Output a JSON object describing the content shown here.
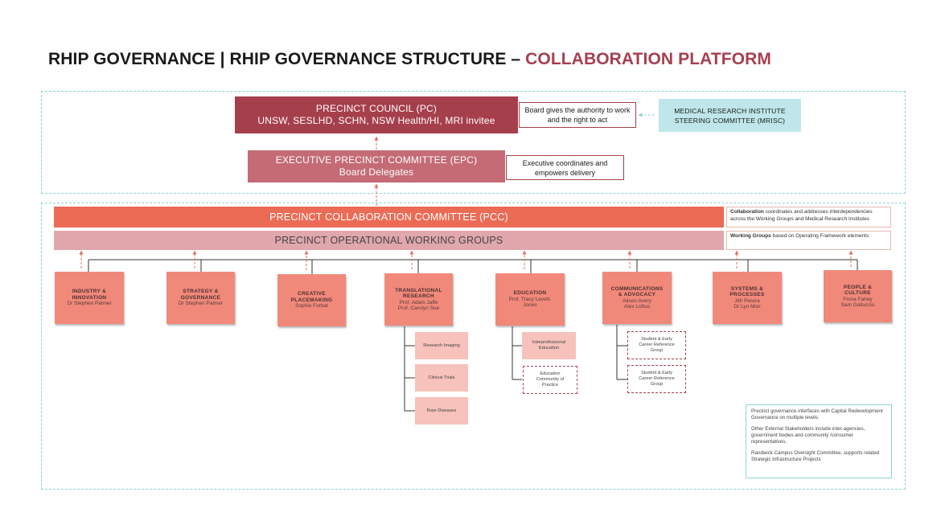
{
  "title": {
    "main": "RHIP GOVERNANCE | RHIP GOVERNANCE STRUCTURE – ",
    "accent": "COLLABORATION PLATFORM"
  },
  "colors": {
    "council": "#a63f4c",
    "executive": "#c46b76",
    "collaboration": "#ec6b55",
    "operational": "#e0a7ad",
    "working_group": "#f1897b",
    "sub_group": "#f7c2bb",
    "mrisc": "#bfe6ea",
    "frame": "#8fd3d6"
  },
  "council": {
    "line1": "PRECINCT COUNCIL (PC)",
    "line2": "UNSW, SESLHD, SCHN, NSW Health/HI, MRI invitee",
    "note": "Board gives the authority to work and the right to act"
  },
  "mrisc": {
    "line1": "MEDICAL RESEARCH INSTITUTE",
    "line2": "STEERING COMMITTEE (MRISC)"
  },
  "executive": {
    "line1": "EXECUTIVE PRECINCT COMMITTEE (EPC)",
    "line2": "Board Delegates",
    "note": "Executive coordinates and empowers delivery"
  },
  "collaboration": {
    "label": "PRECINCT COLLABORATION COMMITTEE (PCC)",
    "note_bold": "Collaboration",
    "note_rest": " coordinates and addresses interdependencies across the Working Groups and Medical Research Institutes"
  },
  "operational": {
    "label": "PRECINCT OPERATIONAL WORKING GROUPS",
    "note_bold": "Working Groups",
    "note_rest": " based on Operating Framework elements"
  },
  "working_groups": [
    {
      "name": "INDUSTRY &\nINNOVATION",
      "lead": "Dr Stephen Palmer"
    },
    {
      "name": "STRATEGY &\nGOVERNANCE",
      "lead": "Dr Stephen Palmer"
    },
    {
      "name": "CREATIVE\nPLACEMAKING",
      "lead": "Sophie Forbat"
    },
    {
      "name": "TRANSLATIONAL\nRESEARCH",
      "lead": "Prof. Adam Jaffe\nProf. Carolyn Sue"
    },
    {
      "name": "EDUCATION",
      "lead": "Prof. Tracy Levett-\nJones"
    },
    {
      "name": "COMMUNICATIONS\n& ADVOCACY",
      "lead": "Alison Avery\nAlex Loftus"
    },
    {
      "name": "SYSTEMS &\nPROCESSES",
      "lead": "Jith Perera\nDr Lyn Moir"
    },
    {
      "name": "PEOPLE &\nCULTURE",
      "lead": "Fiona Fahey\nSam Galluccio"
    }
  ],
  "research_subgroups": [
    "Research Imaging",
    "Clinical Trials",
    "Rare Diseases"
  ],
  "education_subgroups": [
    "Interprofessional\nEducation",
    "Education\nCommunity of\nPractice"
  ],
  "communications_subgroups": [
    "Student & Early\nCareer Reference\nGroup",
    "Student & Early\nCareer Reference\nGroup"
  ],
  "info_notes": [
    "Precinct governance interfaces with Capital Redevelopment Governance on multiple levels.",
    "Other External Stakeholders include inter-agencies, government bodies and community /consumer representatives.",
    "Randwick Campus Oversight Committee, supports related Strategic Infrastructure Projects"
  ]
}
